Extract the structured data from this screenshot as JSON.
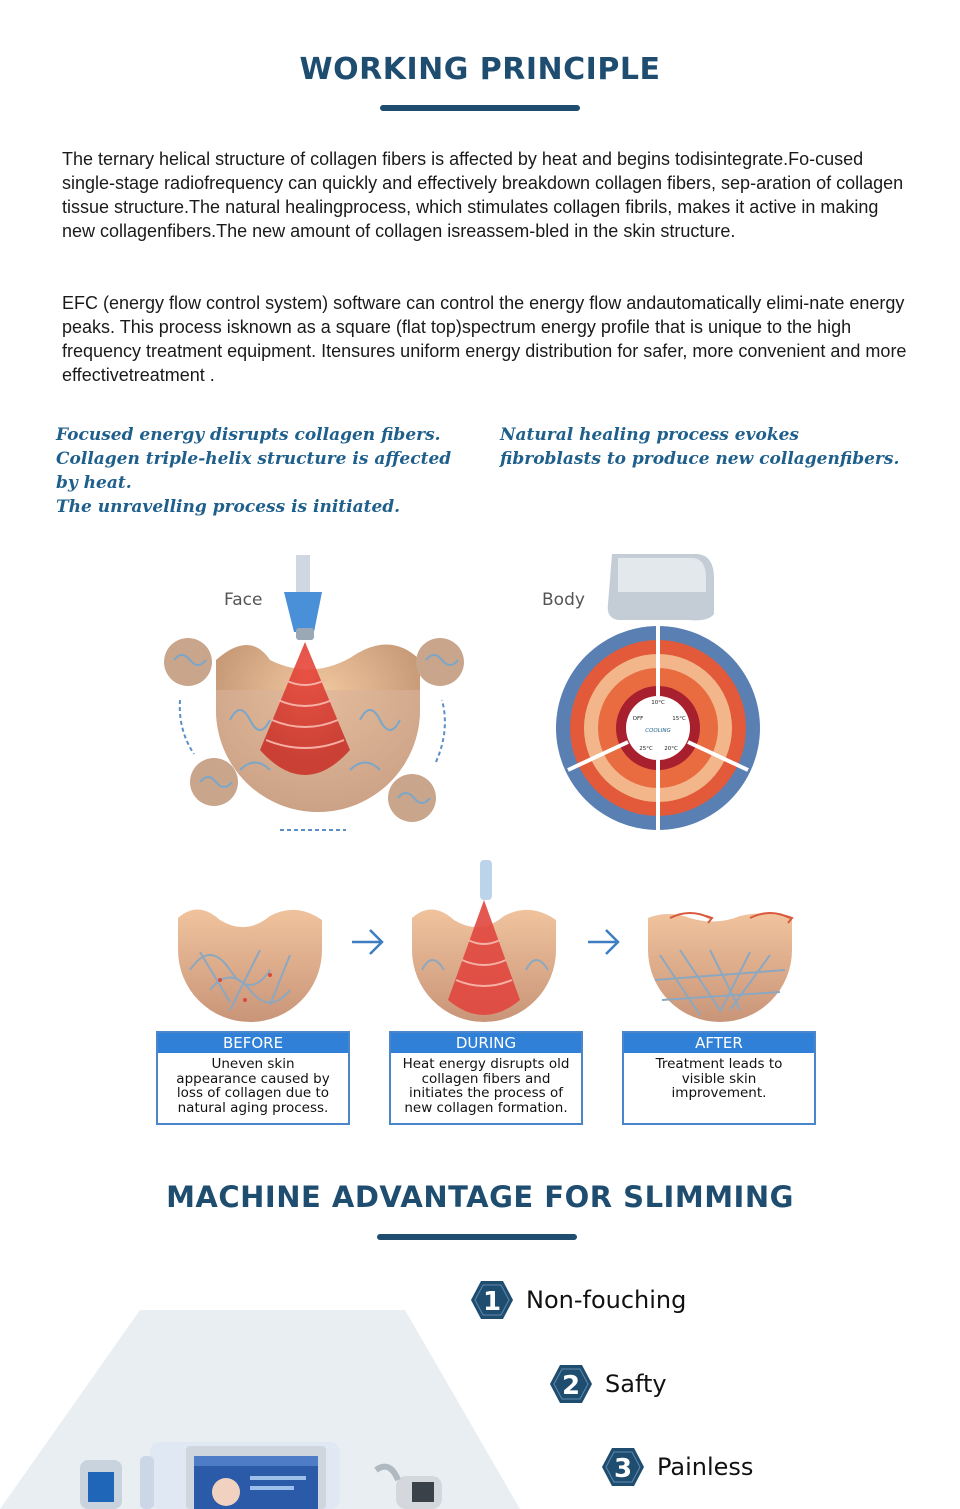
{
  "working_principle": {
    "title": "WORKING PRINCIPLE",
    "paragraph1": "The ternary helical structure of collagen fibers is affected by heat and begins todisintegrate.Fo-cused single-stage radiofrequency can quickly and effectively breakdown collagen fibers, sep-aration of collagen tissue structure.The natural healingprocess, which stimulates collagen fibrils, makes it active in making new collagenfibers.The new amount of collagen isreassem-bled in the skin structure.",
    "paragraph2": "EFC (energy flow control system) software can control the energy flow andautomatically elimi-nate energy peaks. This process isknown as a square (flat top)spectrum energy profile that is unique to the high frequency treatment equipment. Itensures uniform energy distribution for safer, more convenient and more effectivetreatment ."
  },
  "captions": {
    "left": [
      "Focused energy disrupts collagen fibers.",
      "Collagen triple-helix structure is affected",
      "by heat.",
      "The unravelling process is initiated."
    ],
    "right": [
      "Natural healing process evokes",
      "fibroblasts to produce new collagenfibers."
    ]
  },
  "diagram": {
    "face_label": "Face",
    "body_label": "Body",
    "cooling": {
      "center": "COOLING",
      "off": "OFF",
      "t10": "10°C",
      "t15": "15°C",
      "t20": "20°C",
      "t25": "25°C"
    }
  },
  "stages": [
    {
      "head": "BEFORE",
      "lines": [
        "Uneven skin",
        "appearance caused by",
        "loss of collagen due to",
        "natural aging process."
      ]
    },
    {
      "head": "DURING",
      "lines": [
        "Heat energy disrupts old",
        "collagen fibers and",
        "initiates the process of",
        "new collagen formation."
      ]
    },
    {
      "head": "AFTER",
      "lines": [
        "Treatment leads to",
        "visible skin",
        "improvement."
      ]
    }
  ],
  "advantages": {
    "title": "MACHINE ADVANTAGE FOR SLIMMING",
    "items": [
      {
        "number": "1",
        "label": "Non-fouching"
      },
      {
        "number": "2",
        "label": "Safty"
      },
      {
        "number": "3",
        "label": "Painless"
      }
    ]
  },
  "colors": {
    "heading": "#1f4d70",
    "caption": "#1f5f8b",
    "stage_header": "#2f80d6",
    "hex_badge": "#1f4d70"
  }
}
